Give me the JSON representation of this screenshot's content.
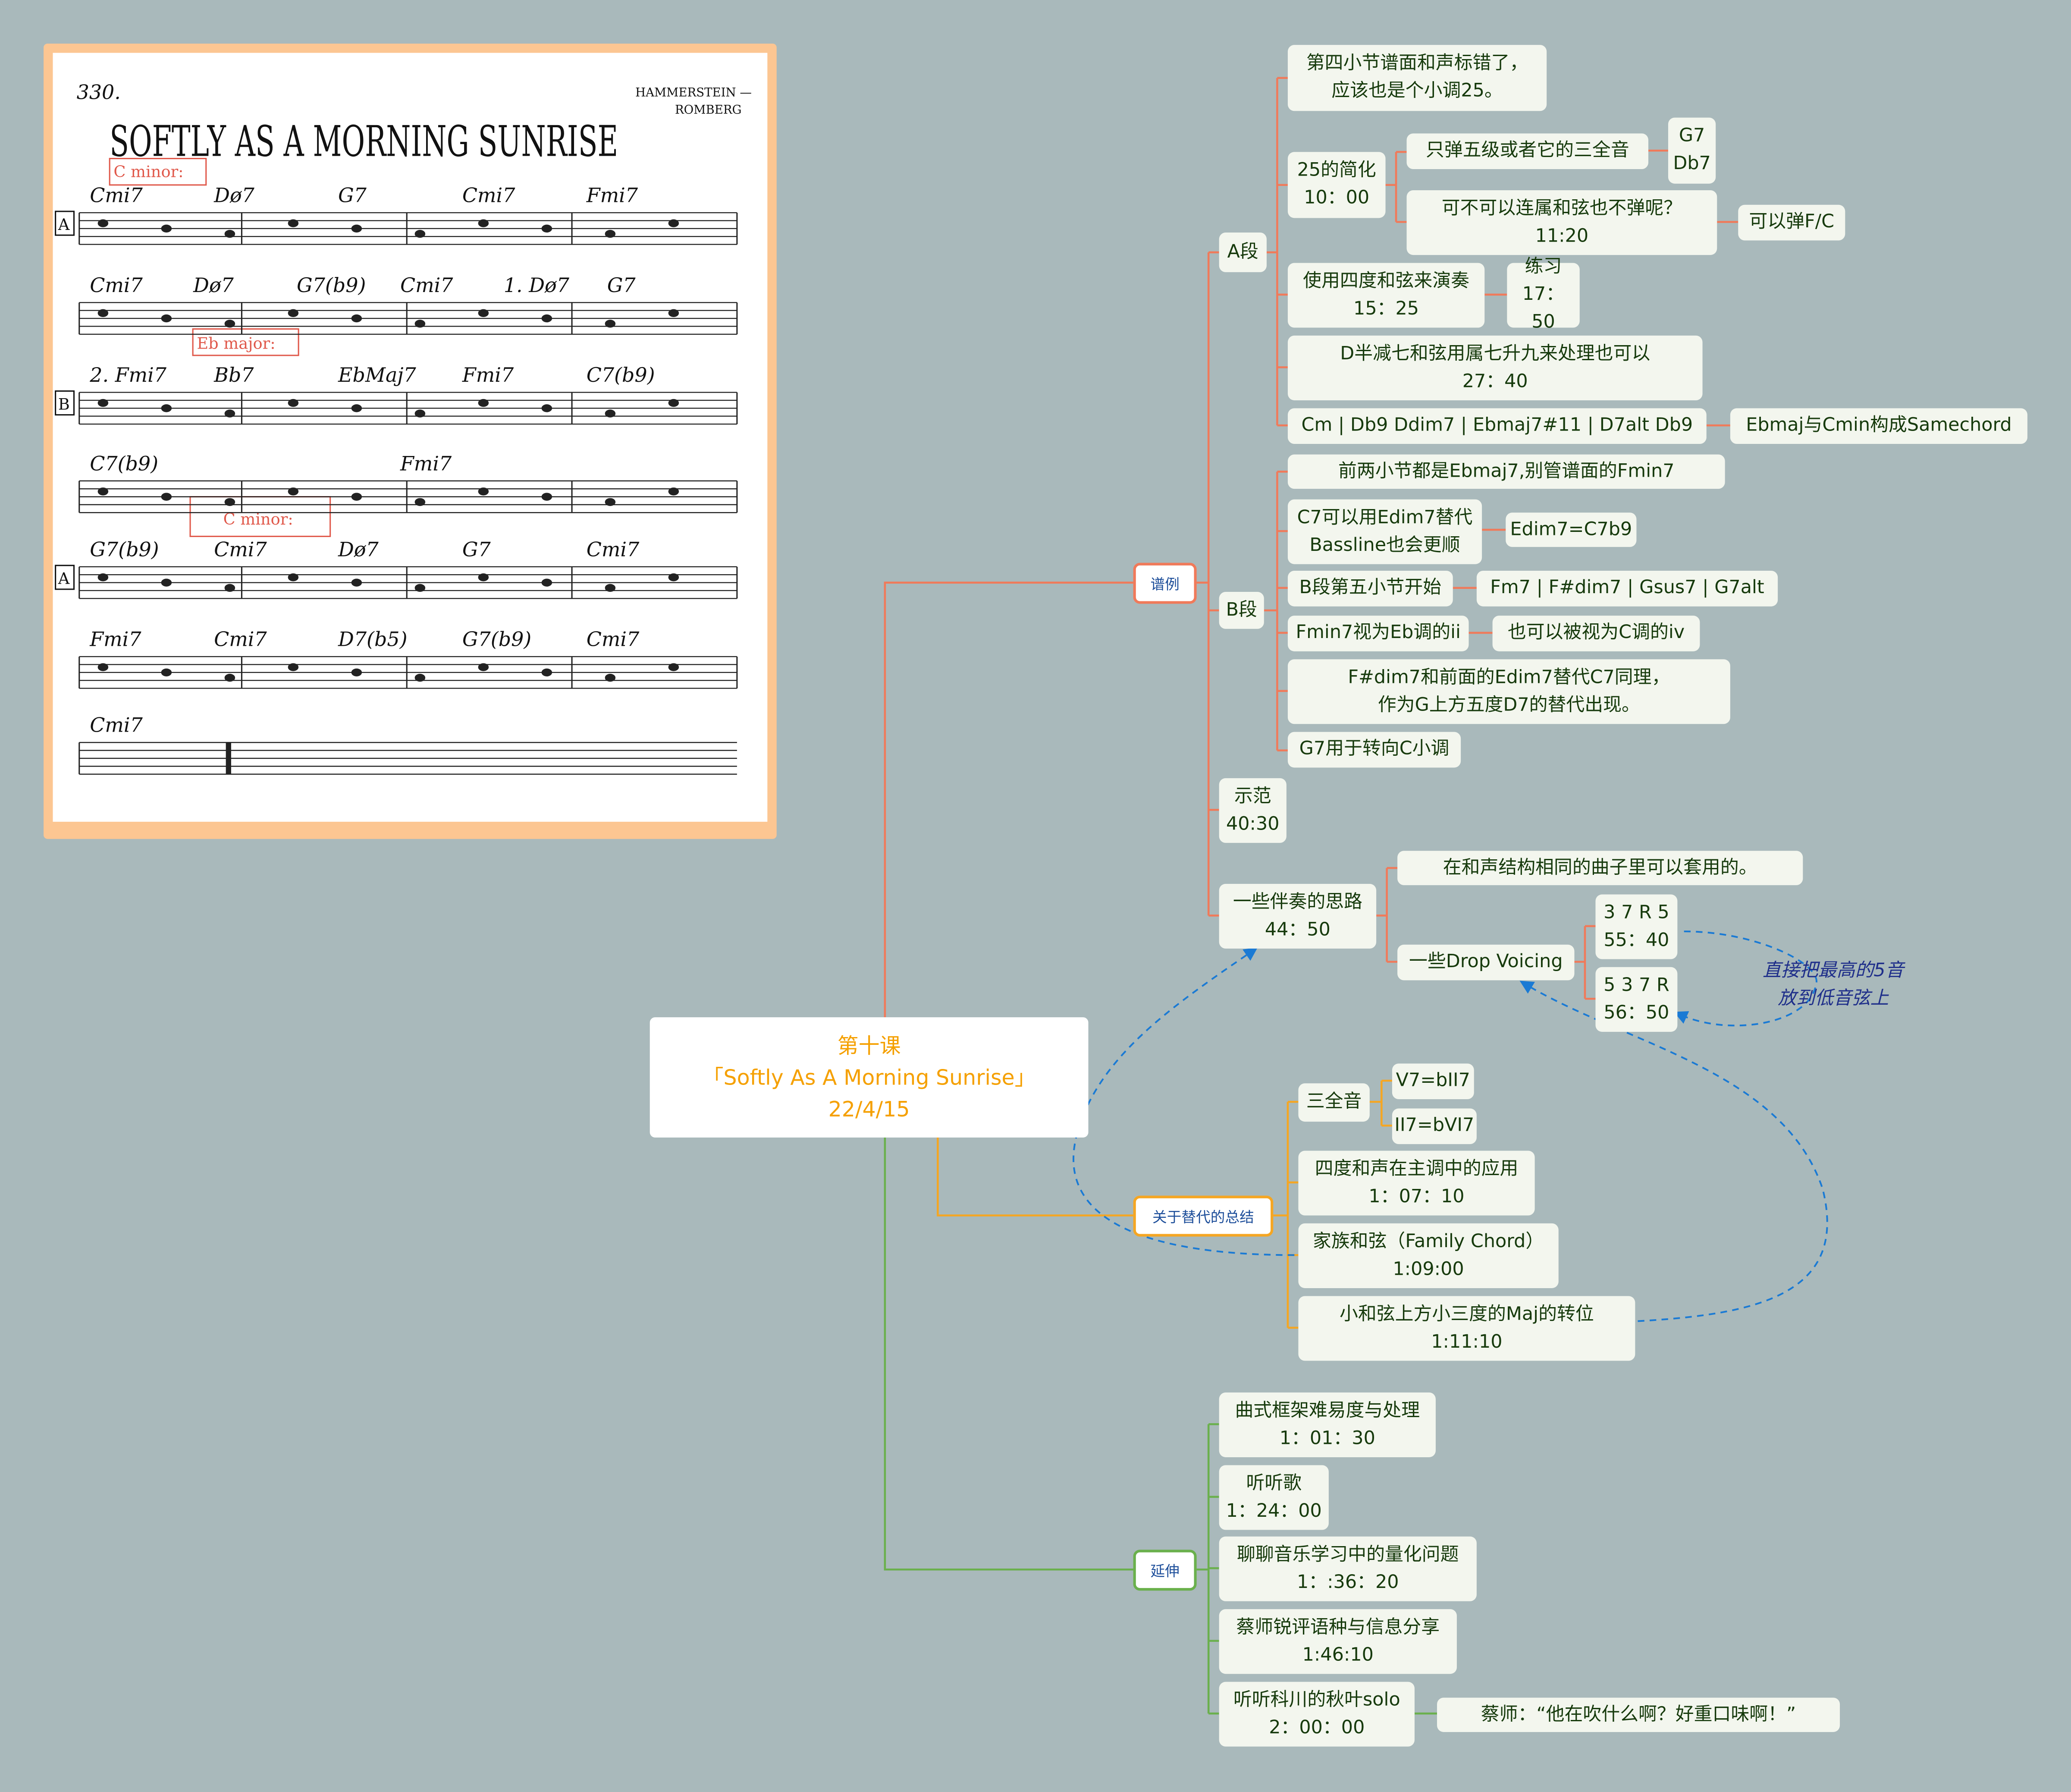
{
  "root": {
    "title": "第十课\n「Softly As A  Morning Sunrise」\n22/4/15"
  },
  "branches": {
    "score": "谱例",
    "substitution": "关于替代的总结",
    "extension": "延伸"
  },
  "colors": {
    "score_branch": "#f07a5a",
    "substitution_branch": "#f5a623",
    "extension_branch": "#6ab04c",
    "node_bg": "#f3f6ee",
    "node_text": "#163a0c",
    "root_text": "#f5a000",
    "link": "#1a7ad4",
    "background": "#a9b9bb"
  },
  "sheet": {
    "page_number": "330.",
    "title": "SOFTLY AS A MORNING SUNRISE",
    "composer_1": "HAMMERSTEIN —",
    "composer_2": "ROMBERG",
    "markers": {
      "c_minor_1": "C minor:",
      "eb_major": "Eb major:",
      "c_minor_2": "C minor:",
      "a1": "A",
      "b": "B",
      "a2": "A"
    },
    "chord_rows": [
      [
        "Cmi7",
        "Dø7",
        "G7",
        "Cmi7",
        "Fmi7"
      ],
      [
        "Cmi7",
        "Dø7",
        "G7(b9)",
        "Cmi7",
        "1. Dø7",
        "G7"
      ],
      [
        "2. Fmi7",
        "Bb7",
        "EbMaj7",
        "Fmi7",
        "C7(b9)"
      ],
      [
        "C7(b9)",
        "Fmi7"
      ],
      [
        "G7(b9)",
        "Cmi7",
        "Dø7",
        "G7",
        "Cmi7"
      ],
      [
        "Fmi7",
        "Cmi7",
        "D7(b5)",
        "G7(b9)",
        "Cmi7"
      ],
      [
        "Cmi7"
      ]
    ]
  },
  "score": {
    "a_section": {
      "label": "A段",
      "bar4_note": "第四小节谱面和声标错了，\n应该也是个小调25。",
      "simplify": {
        "label": "25的简化\n10：00",
        "tritone_only": "只弹五级或者它的三全音",
        "tritone_chords": "G7\nDb7",
        "skip_dominant": "可不可以连属和弦也不弹呢？\n11:20",
        "fc": "可以弹F/C"
      },
      "fourths": "使用四度和弦来演奏\n15：25",
      "practice": "练习\n17：50",
      "half_dim": "D半减七和弦用属七升九来处理也可以\n27：40",
      "progression": "Cm | Db9 Ddim7 | Ebmaj7#11 | D7alt Db9",
      "samechord": "Ebmaj与Cmin构成Samechord"
    },
    "b_section": {
      "label": "B段",
      "first_two": "前两小节都是Ebmaj7,别管谱面的Fmin7",
      "c7_sub": "C7可以用Edim7替代\nBassline也会更顺",
      "edim": "Edim7=C7b9",
      "bar5": "B段第五小节开始",
      "bar5_chords": "Fm7 | F#dim7 | Gsus7 | G7alt",
      "fmin7": "Fmin7视为Eb调的ii",
      "fmin7_iv": "也可以被视为C调的iv",
      "fsharp": "F#dim7和前面的Edim7替代C7同理，\n作为G上方五度D7的替代出现。",
      "g7": "G7用于转向C小调"
    },
    "demo": "示范\n40:30",
    "comping": {
      "label": "一些伴奏的思路\n44：50",
      "reuse": "在和声结构相同的曲子里可以套用的。",
      "drop": "一些Drop Voicing",
      "v1": "3 7 R 5\n55：40",
      "v2": "5 3 7 R\n56：50",
      "annotation": "直接把最高的5音\n放到低音弦上"
    }
  },
  "substitution": {
    "tritone": "三全音",
    "t1": "V7=bII7",
    "t2": "II7=bVI7",
    "fourths": "四度和声在主调中的应用\n1：07：10",
    "family": "家族和弦（Family Chord）\n1:09:00",
    "minor_maj": "小和弦上方小三度的Maj的转位\n1:11:10"
  },
  "extension": {
    "form": "曲式框架难易度与处理\n1：01：30",
    "listen": "听听歌\n1：24：00",
    "quant": "聊聊音乐学习中的量化问题\n1：:36：20",
    "comments": "蔡师锐评语种与信息分享\n1:46:10",
    "coltrane": "听听科川的秋叶solo\n2：00：00",
    "quote": "蔡师：“他在吹什么啊？好重口味啊！”"
  }
}
